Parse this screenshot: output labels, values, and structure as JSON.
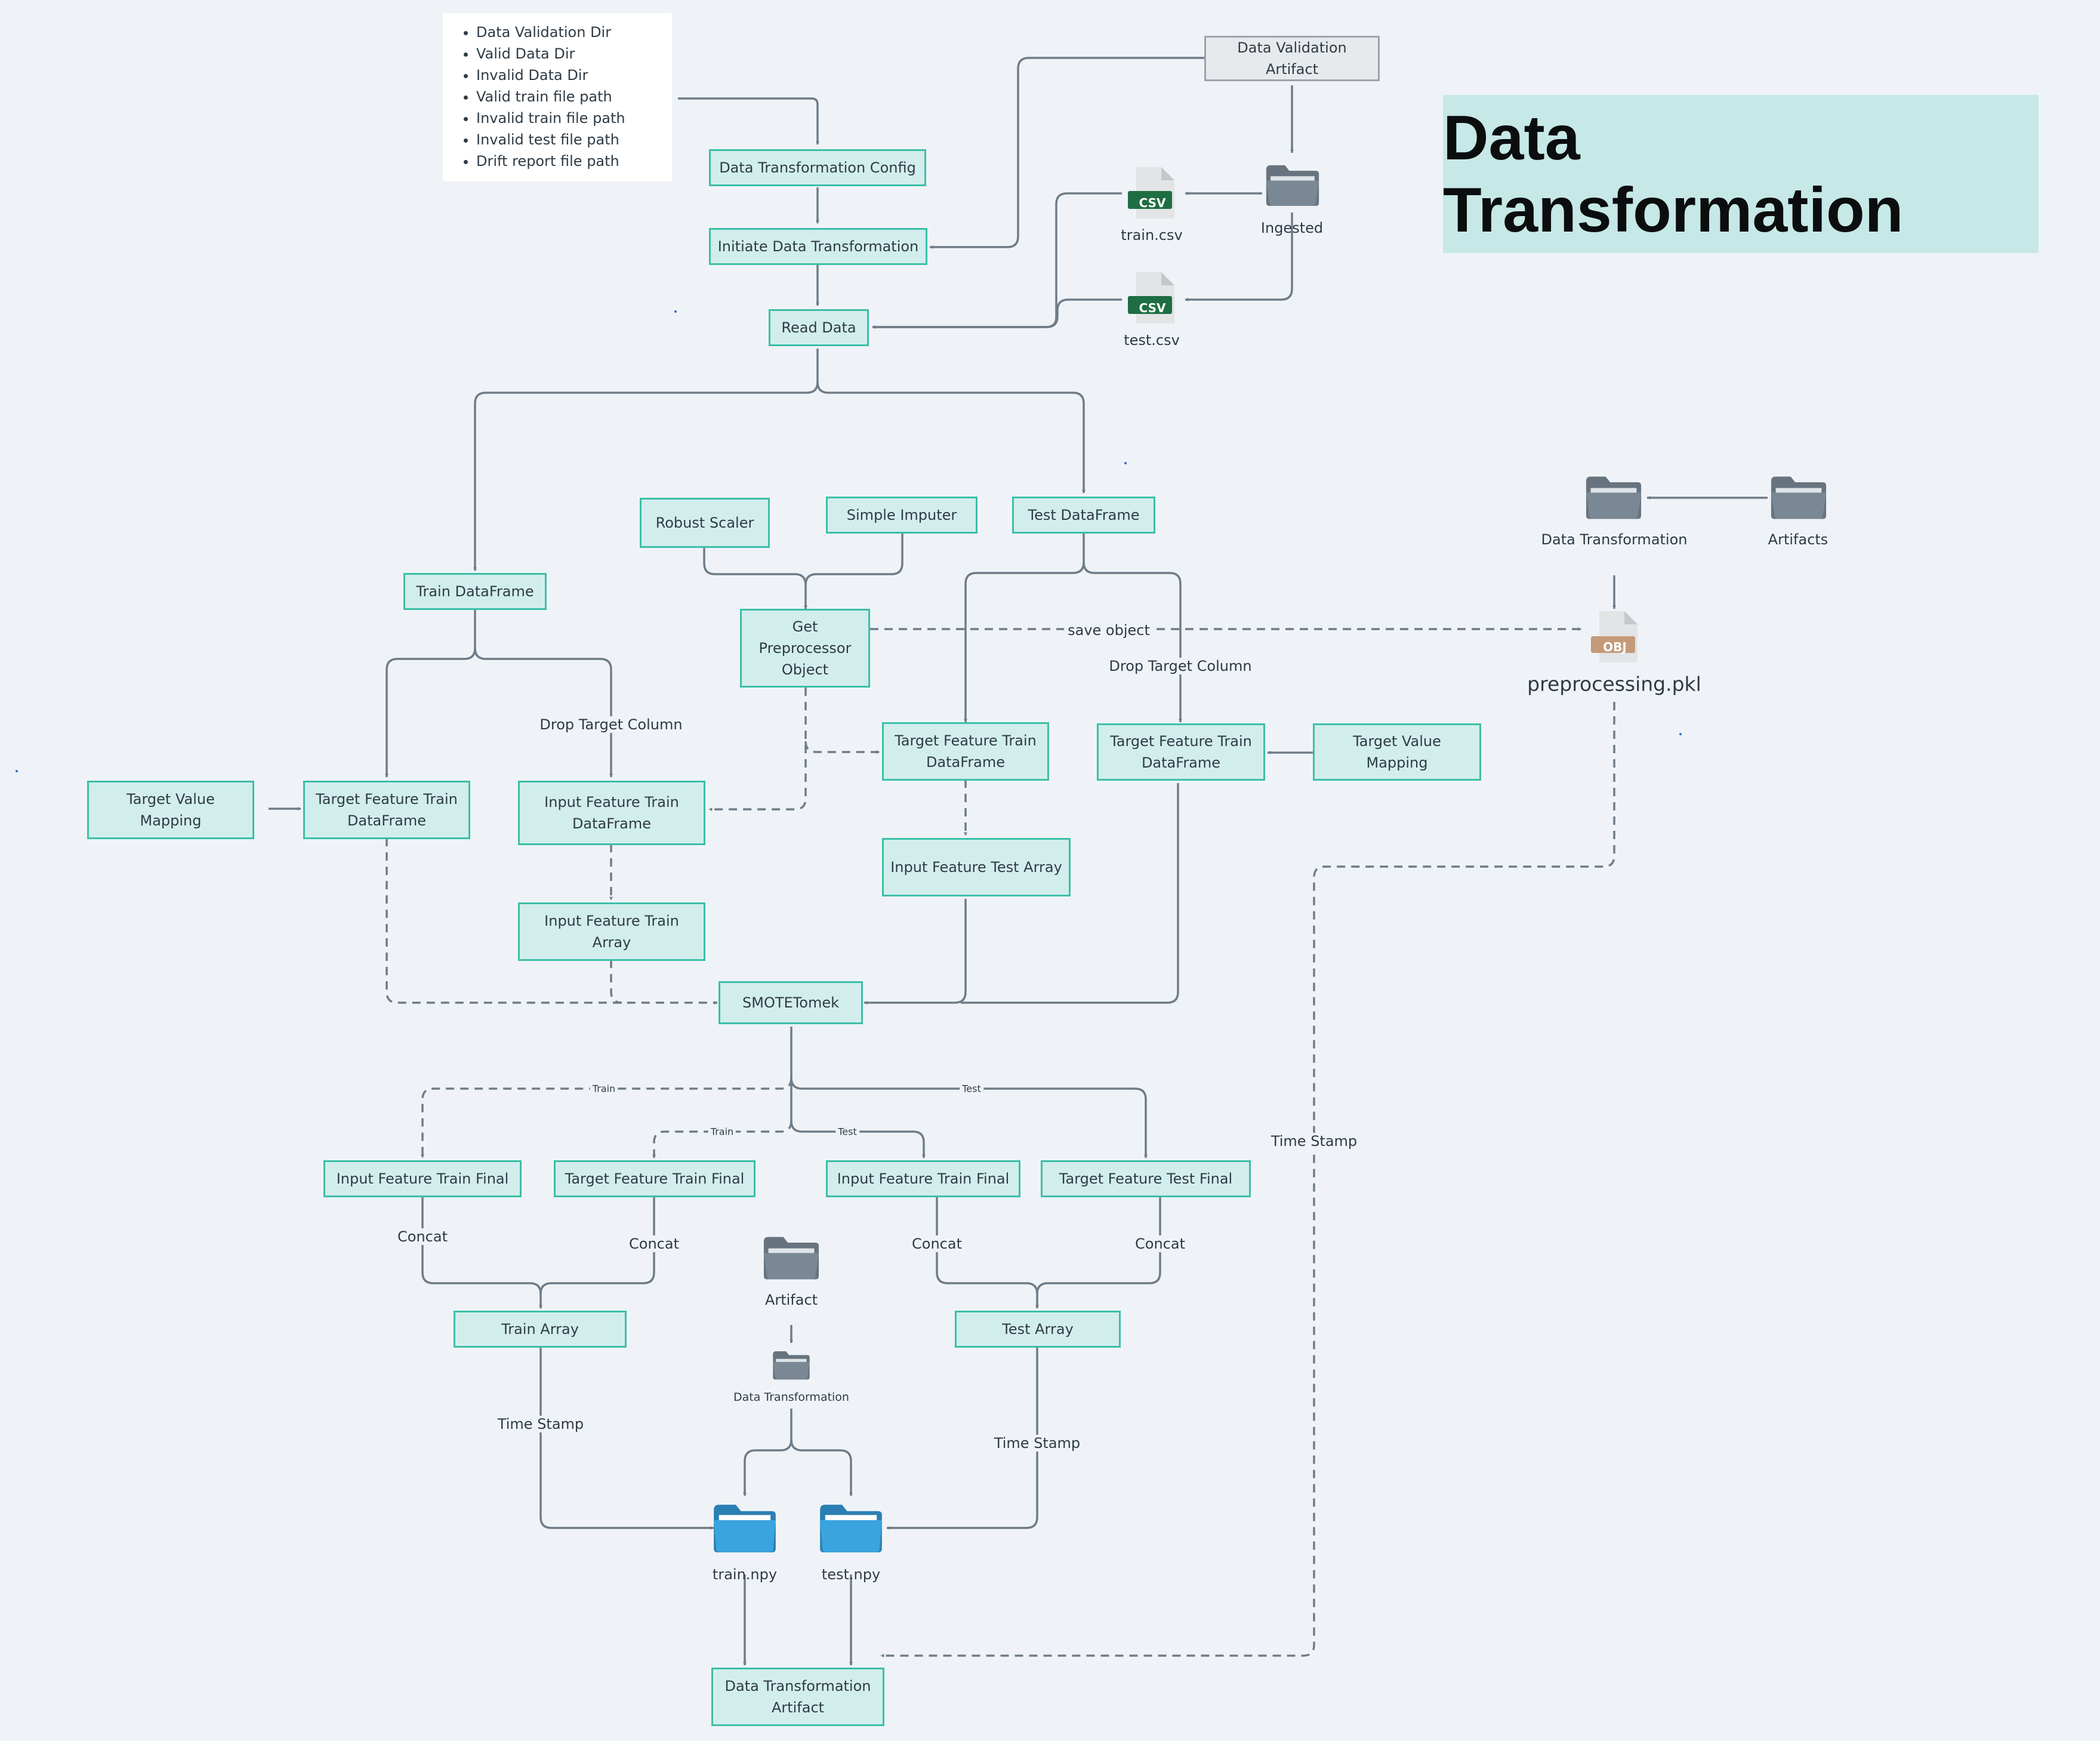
{
  "title": "Data Transformation",
  "config_items": [
    "Data Validation Dir",
    "Valid Data Dir",
    "Invalid Data Dir",
    "Valid train file path",
    "Invalid train file path",
    "Invalid test file path",
    "Drift report file path"
  ],
  "nodes": {
    "data_transformation_config": "Data Transformation Config",
    "initiate_data_transformation": "Initiate Data Transformation",
    "read_data": "Read Data",
    "data_validation_artifact": "Data Validation Artifact",
    "robust_scaler": "Robust Scaler",
    "simple_imputer": "Simple Imputer",
    "test_dataframe": "Test DataFrame",
    "train_dataframe": "Train DataFrame",
    "get_preprocessor_object": "Get Preprocessor Object",
    "target_value_mapping_left": "Target Value Mapping",
    "target_feature_train_df_left": "Target Feature Train DataFrame",
    "input_feature_train_df": "Input Feature Train DataFrame",
    "input_feature_train_array": "Input Feature Train Array",
    "target_feature_train_df_mid": "Target Feature Train DataFrame",
    "input_feature_test_array": "Input Feature Test Array",
    "target_feature_train_df_right": "Target Feature Train DataFrame",
    "target_value_mapping_right": "Target Value Mapping",
    "smotetomek": "SMOTETomek",
    "input_feature_train_final_1": "Input Feature Train Final",
    "target_feature_train_final": "Target Feature Train Final",
    "input_feature_train_final_2": "Input Feature Train Final",
    "target_feature_test_final": "Target Feature Test Final",
    "train_array": "Train Array",
    "test_array": "Test Array",
    "data_transformation_artifact": "Data Transformation Artifact"
  },
  "icons": {
    "train_csv": "train.csv",
    "test_csv": "test.csv",
    "ingested": "Ingested",
    "csv_badge": "CSV",
    "data_transformation_folder": "Data Transformation",
    "artifacts_folder": "Artifacts",
    "obj_badge": "OBJ",
    "preprocessing_pkl": "preprocessing.pkl",
    "artifact_folder": "Artifact",
    "data_transformation_small": "Data Transformation",
    "train_npy": "train.npy",
    "test_npy": "test.npy"
  },
  "edge_labels": {
    "save_object": "save object",
    "drop_target_column_left": "Drop Target Column",
    "drop_target_column_right": "Drop Target Column",
    "time_stamp_right": "Time Stamp",
    "train_1": "Train",
    "test_1": "Test",
    "train_2": "Train",
    "test_2": "Test",
    "concat_1": "Concat",
    "concat_2": "Concat",
    "concat_3": "Concat",
    "concat_4": "Concat",
    "time_stamp_left": "Time Stamp",
    "time_stamp_mid": "Time Stamp"
  },
  "colors": {
    "background": "#eff3f7",
    "node_fill": "#d2eeec",
    "node_border": "#3cbfa8",
    "connector": "#6f7c88",
    "title_fill": "#c6e8e6",
    "csv_green": "#1e6e43",
    "folder_gray": "#7a8794",
    "folder_blue": "#3aa4df",
    "obj_tan": "#c49a78"
  }
}
